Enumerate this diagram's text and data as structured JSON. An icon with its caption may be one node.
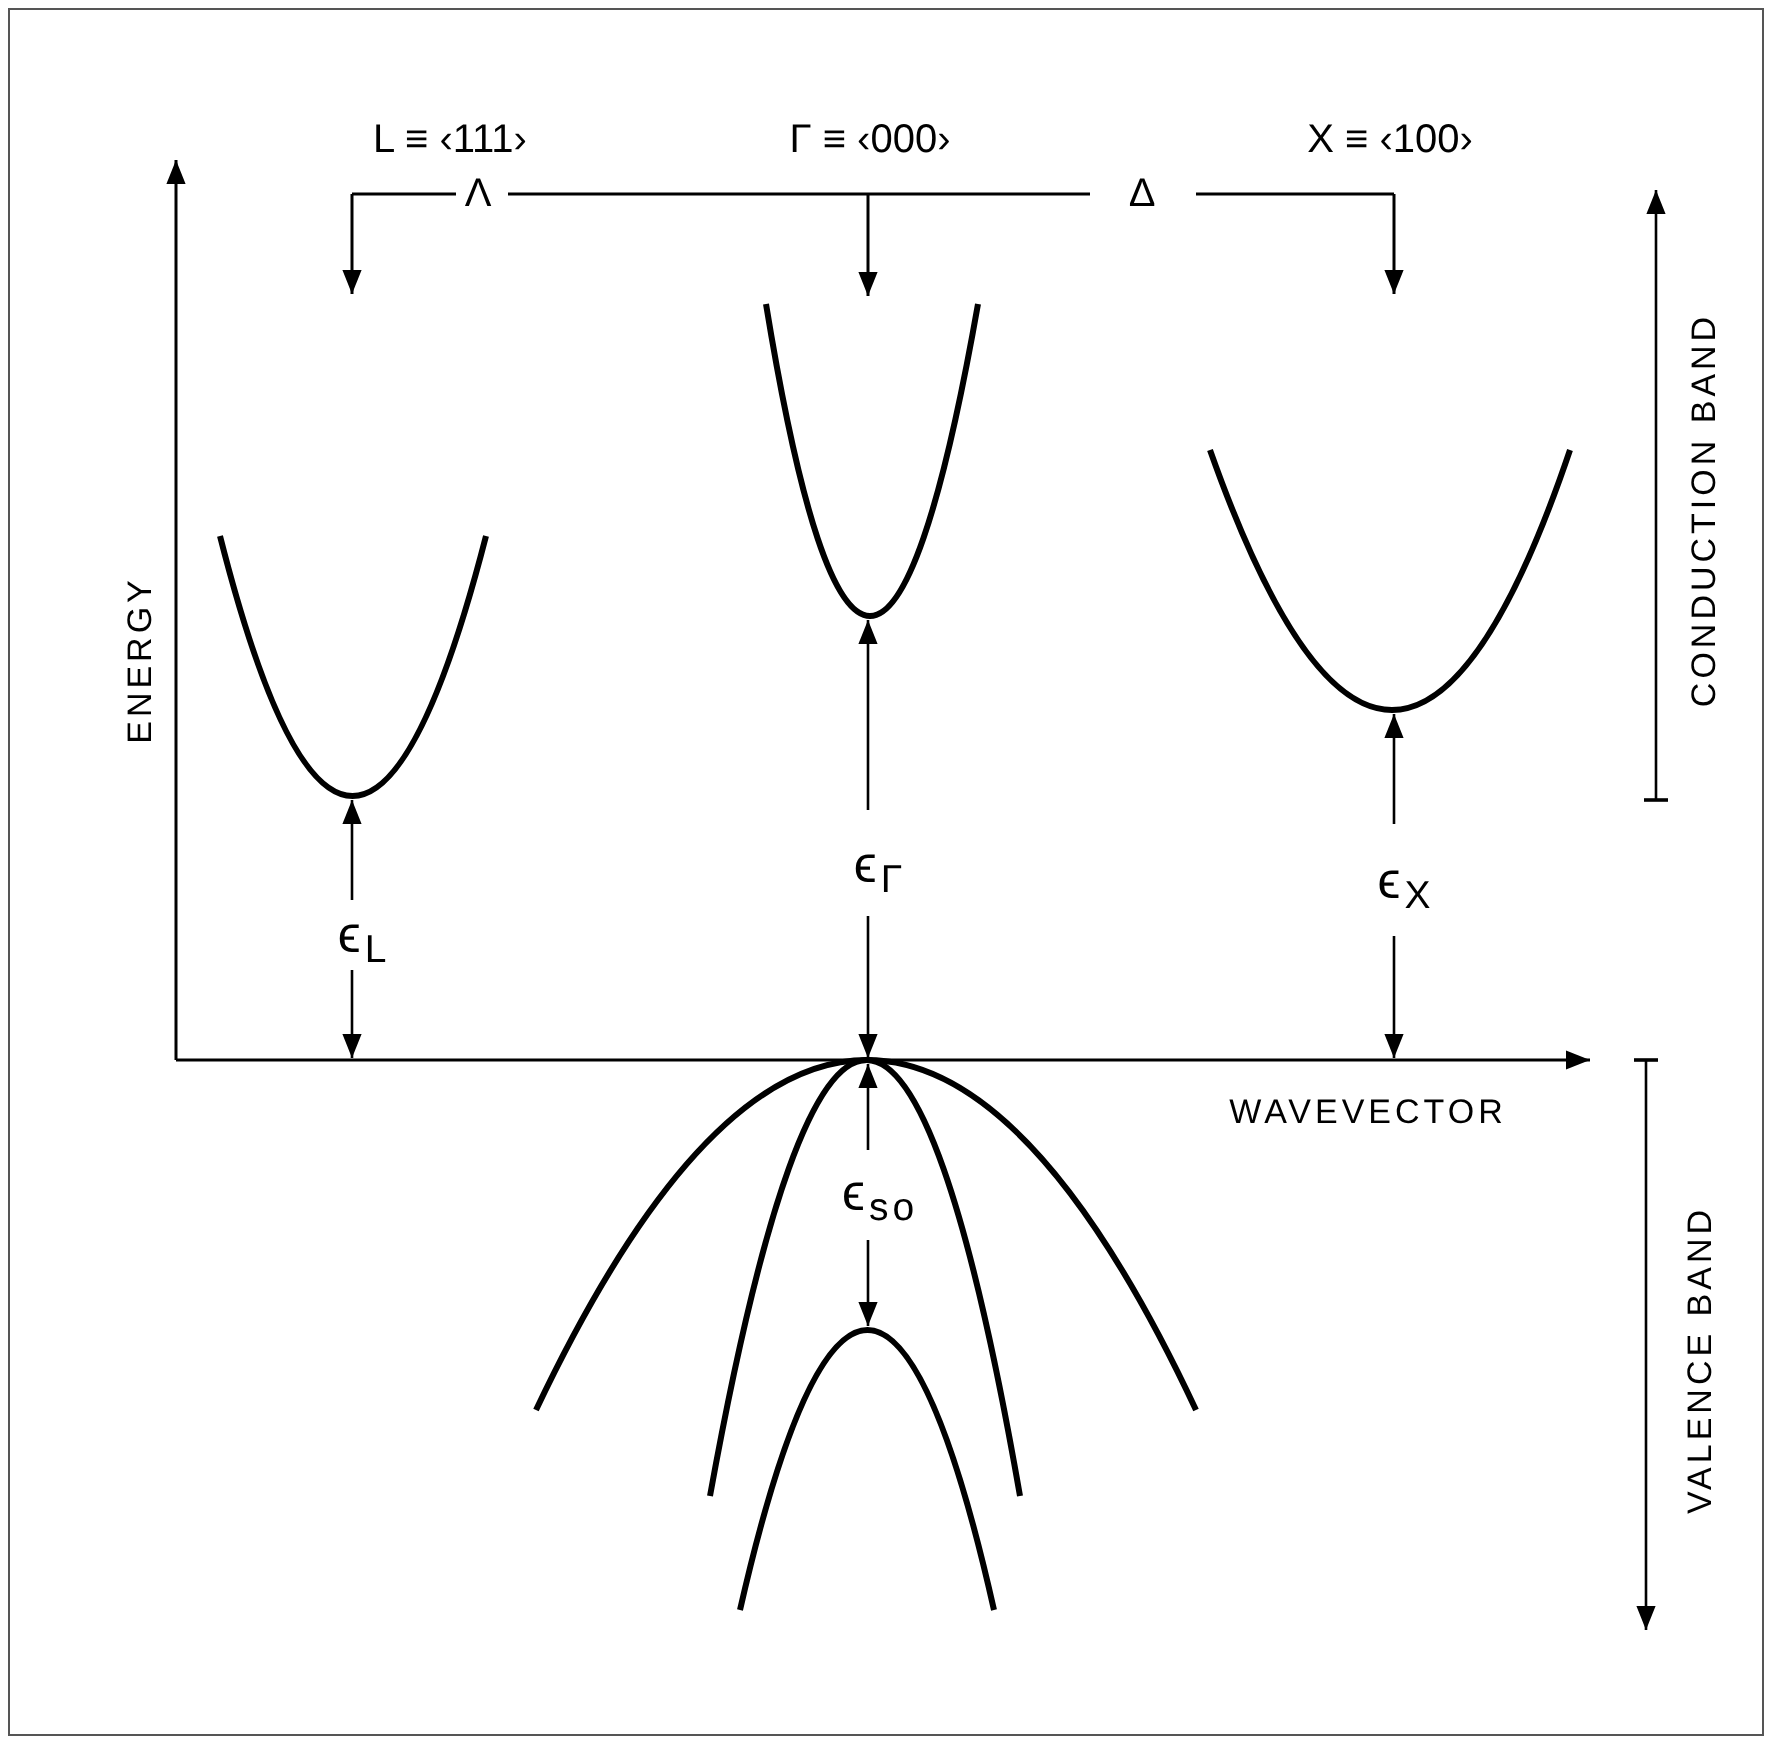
{
  "diagram": {
    "nodes": [
      {
        "text": [
          "L ≡ ‹111›"
        ]
      },
      {
        "text": [
          "Γ ≡ ‹000›"
        ]
      },
      {
        "text": [
          "X ≡ ‹100›"
        ]
      },
      {
        "text": [],
        "shape": "curve"
      },
      {
        "text": [],
        "shape": "curve"
      },
      {
        "text": [],
        "shape": "curve"
      }
    ],
    "edges": [
      {
        "from": 0,
        "to": null,
        "arrow": "to"
      },
      {
        "from": 1,
        "to": 4,
        "arrow": "to"
      },
      {
        "from": 2,
        "to": null,
        "arrow": "to"
      }
    ],
    "labels": [
      "Λ",
      "Δ",
      "ENERGY",
      "CONDUCTION BAND",
      "ϵ$_{L}$",
      "ϵ$_{Γ}$",
      "ϵ$_{X}$",
      "WAVEVECTOR",
      "VALENCE BAND",
      "ϵ$_{so}$"
    ]
  }
}
